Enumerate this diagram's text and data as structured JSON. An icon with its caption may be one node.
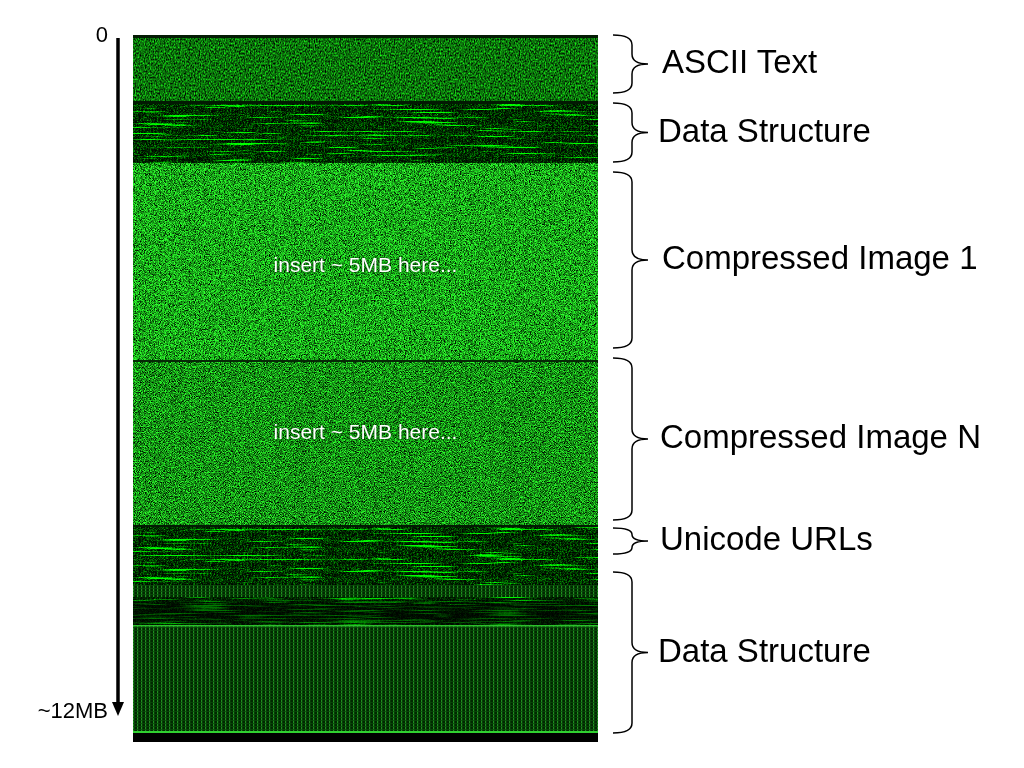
{
  "diagram": {
    "nodes": [
      {
        "text": [],
        "shape": "bar",
        "beside": [
          "ASCII Text"
        ]
      },
      {
        "text": [],
        "shape": "bar",
        "beside": [
          "Data Structure"
        ]
      },
      {
        "text": [
          "insert ~ 5MB here..."
        ],
        "beside": [
          "Compressed Image 1"
        ]
      },
      {
        "text": [
          "insert ~ 5MB here..."
        ],
        "beside": [
          "Compressed Image N"
        ]
      },
      {
        "text": [],
        "shape": "bar",
        "beside": [
          "Unicode URLs"
        ]
      },
      {
        "text": [],
        "shape": "bar",
        "beside": [
          "Data Structure"
        ]
      }
    ],
    "labels": [
      "0",
      "~12MB"
    ]
  }
}
